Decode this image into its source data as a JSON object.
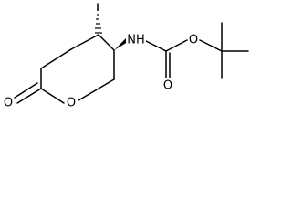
{
  "colors": {
    "background": "#ffffff",
    "ink": "#000000"
  },
  "atoms": {
    "carbonyl_oxygen": "O",
    "ring_oxygen": "O",
    "amine_nitrogen": "NH",
    "carbamate_carbonyl_oxygen": "O",
    "carbamate_ether_oxygen": "O"
  }
}
